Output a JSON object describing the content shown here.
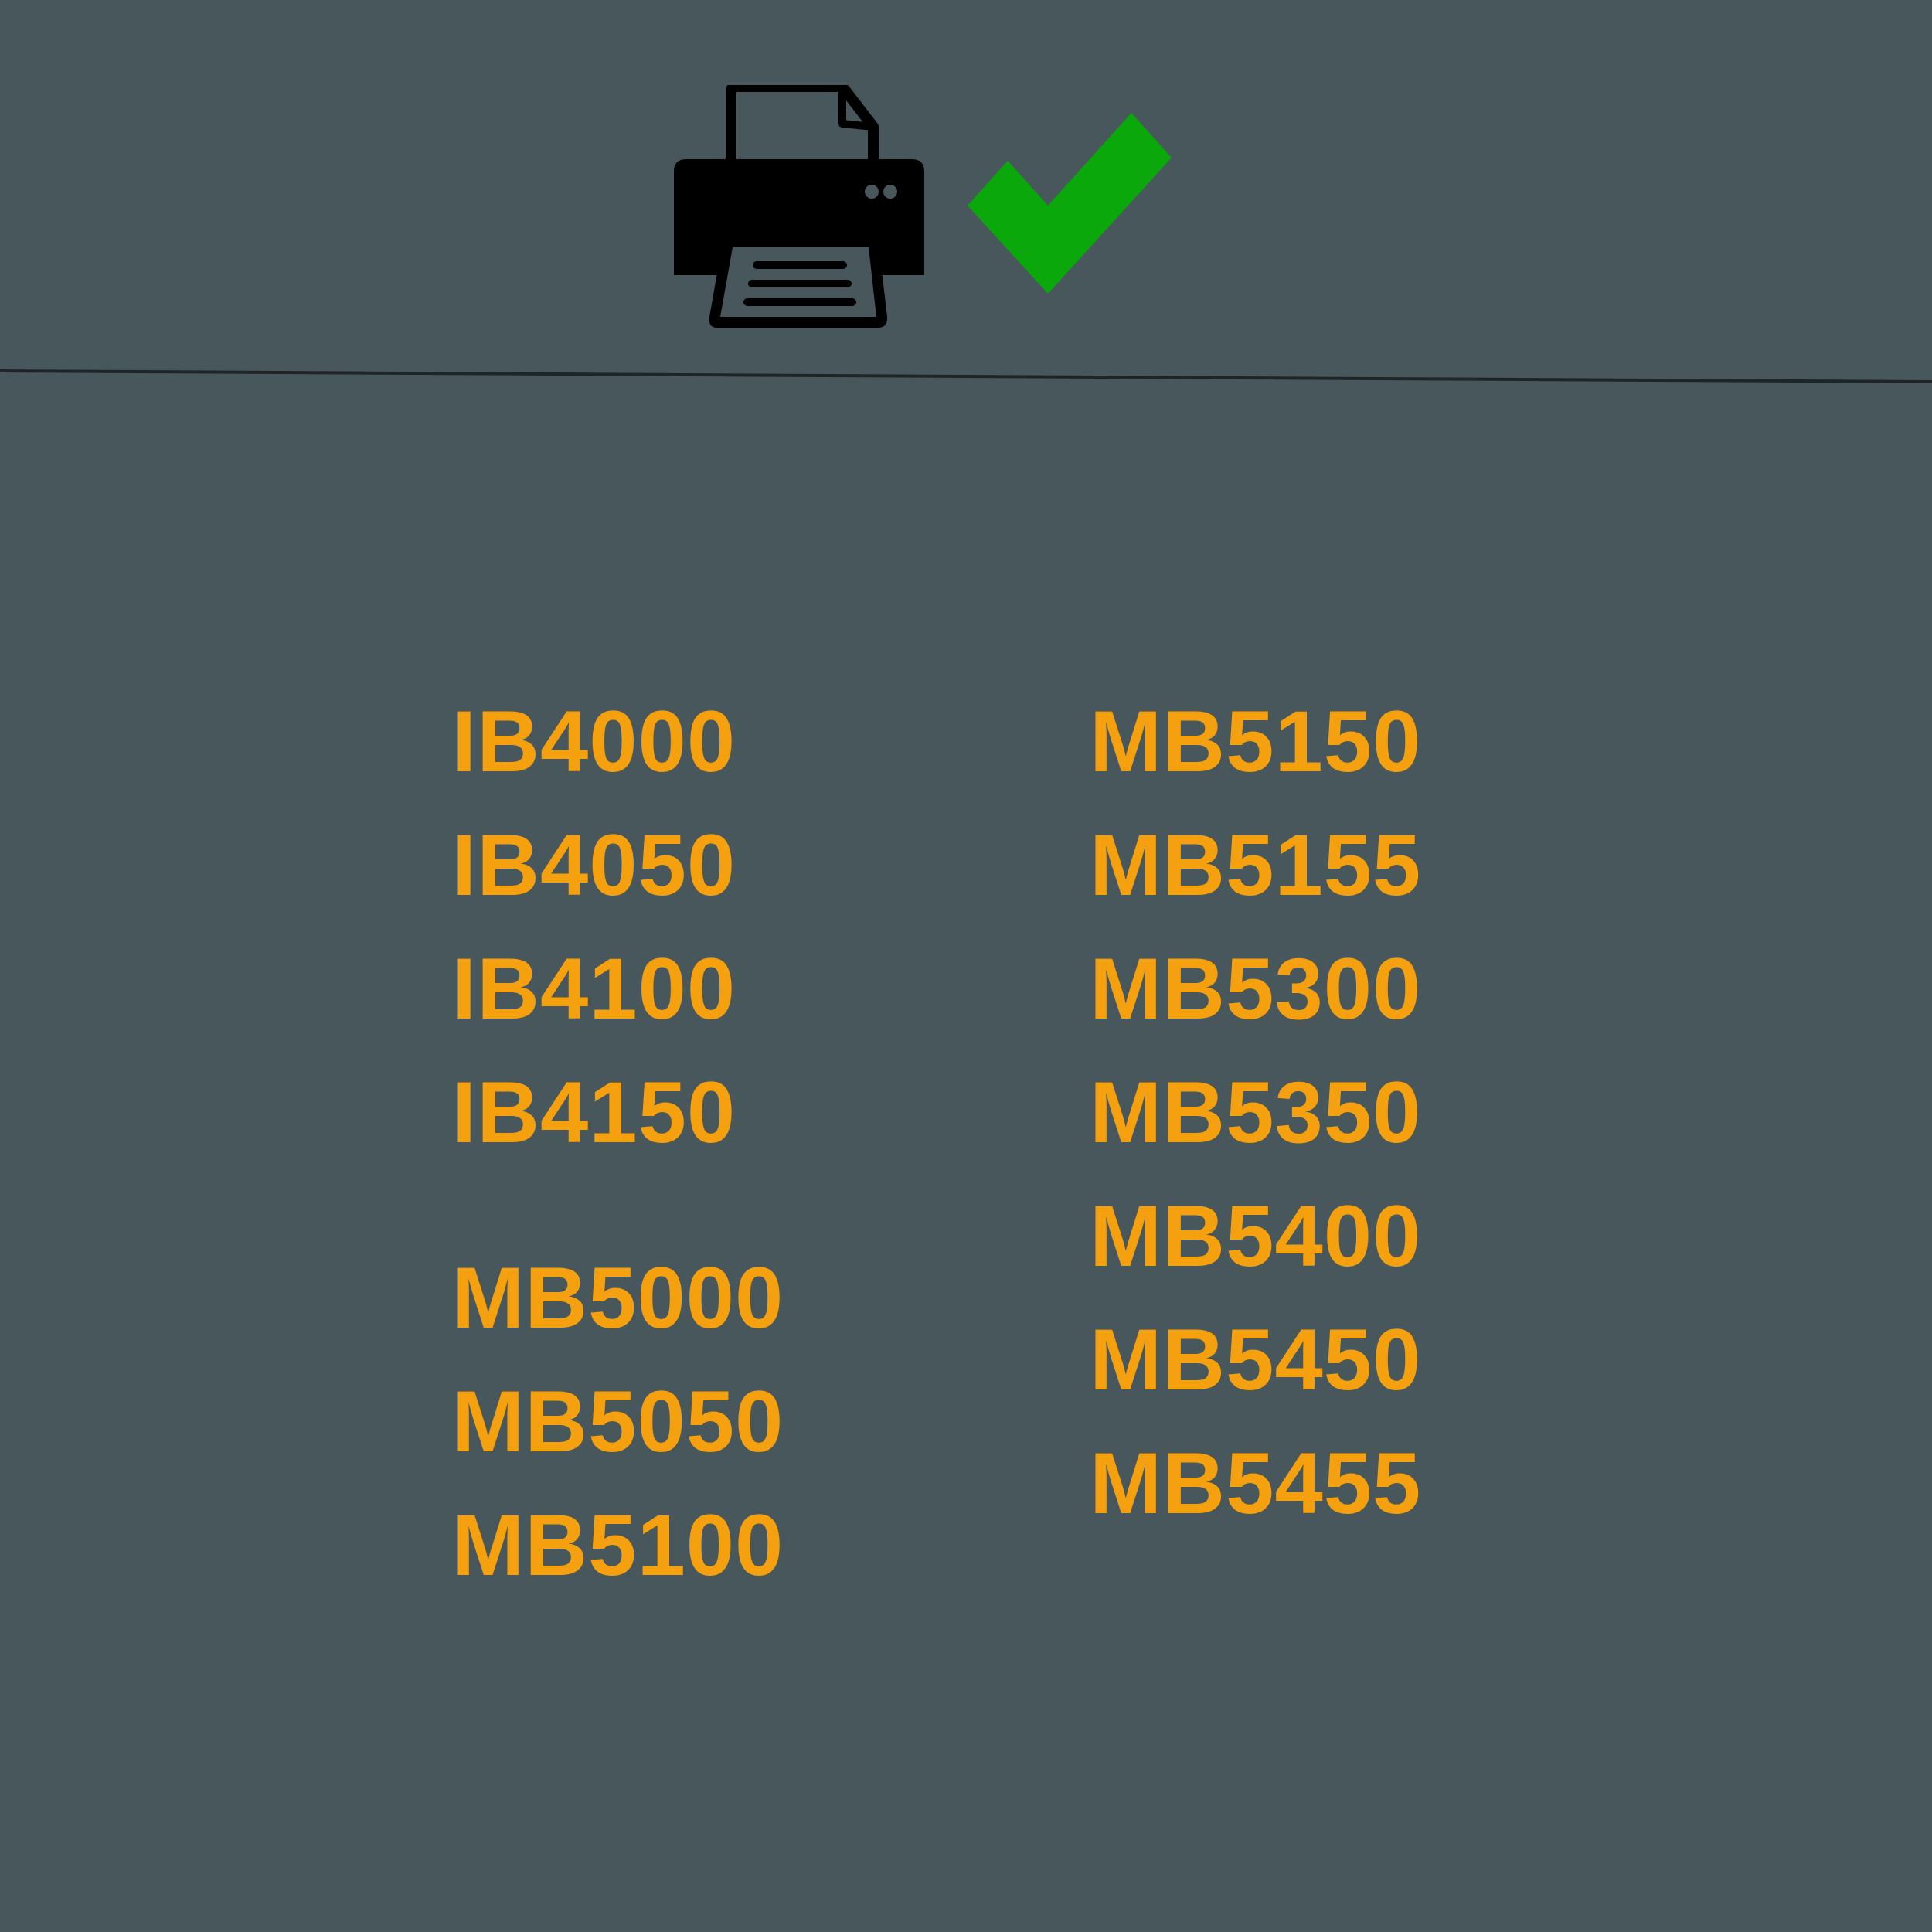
{
  "icons": {
    "printer": "printer-icon",
    "checkmark": "checkmark-icon"
  },
  "colors": {
    "background": "#48575c",
    "model_text": "#f5a00f",
    "checkmark": "#0aa80a",
    "printer": "#000000"
  },
  "models": {
    "left_column": {
      "ib_group": [
        "IB4000",
        "IB4050",
        "IB4100",
        "IB4150"
      ],
      "mb_group": [
        "MB5000",
        "MB5050",
        "MB5100"
      ]
    },
    "right_column": [
      "MB5150",
      "MB5155",
      "MB5300",
      "MB5350",
      "MB5400",
      "MB5450",
      "MB5455"
    ]
  }
}
